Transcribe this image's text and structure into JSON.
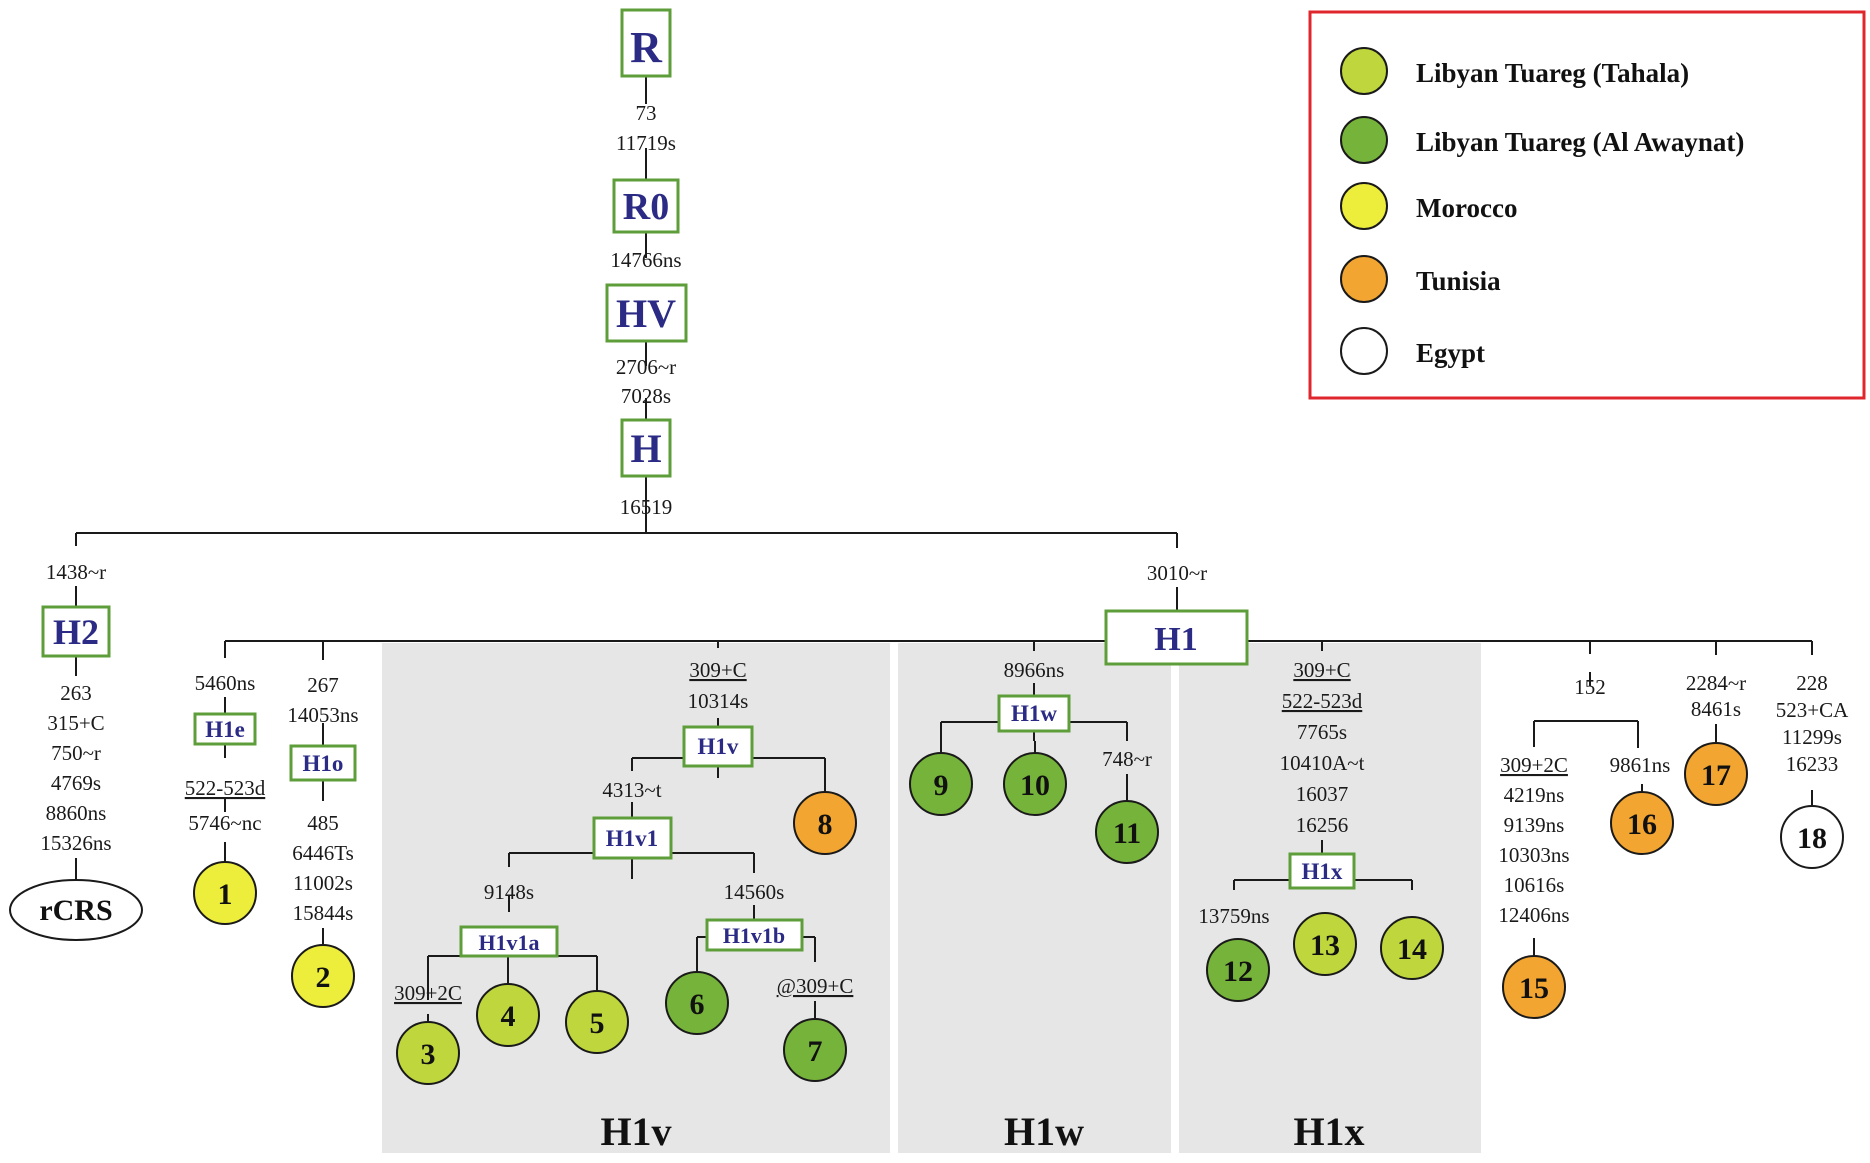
{
  "colors": {
    "tahala": "#bfd63c",
    "al_awaynat": "#76b33a",
    "morocco": "#eded3c",
    "tunisia": "#f3a531",
    "egypt": "#ffffff",
    "box_border": "#5e9e3a",
    "box_text": "#2b2b86",
    "legend_border": "#e0262d",
    "panel": "#e6e6e6"
  },
  "legend": [
    {
      "label": "Libyan Tuareg (Tahala)",
      "color": "#bfd63c"
    },
    {
      "label": "Libyan Tuareg (Al Awaynat)",
      "color": "#76b33a"
    },
    {
      "label": "Morocco",
      "color": "#eded3c"
    },
    {
      "label": "Tunisia",
      "color": "#f3a531"
    },
    {
      "label": "Egypt",
      "color": "#ffffff"
    }
  ],
  "panels": [
    "H1v",
    "H1w",
    "H1x"
  ],
  "haplogroups": [
    "R",
    "R0",
    "HV",
    "H",
    "H2",
    "H1",
    "H1e",
    "H1o",
    "H1v",
    "H1v1",
    "H1v1a",
    "H1v1b",
    "H1w",
    "H1x"
  ],
  "reference_label": "rCRS",
  "mutations": {
    "R_R0": [
      "73",
      "11719s"
    ],
    "R0_HV": [
      "14766ns"
    ],
    "HV_H": [
      "2706~r",
      "7028s"
    ],
    "H_below": [
      "16519"
    ],
    "H2_above": [
      "1438~r"
    ],
    "H2_below": [
      "263",
      "315+C",
      "750~r",
      "4769s",
      "8860ns",
      "15326ns"
    ],
    "H1_above": [
      "3010~r"
    ],
    "H1e_above": [
      "5460ns"
    ],
    "H1e_below_u": [
      "522-523d"
    ],
    "H1e_below": [
      "5746~nc"
    ],
    "H1o_above": [
      "267",
      "14053ns"
    ],
    "H1o_below": [
      "485",
      "6446Ts",
      "11002s",
      "15844s"
    ],
    "H1v_above_u": [
      "309+C"
    ],
    "H1v_above": [
      "10314s"
    ],
    "H1v1_above": [
      "4313~t"
    ],
    "H1v1a_above": [
      "9148s"
    ],
    "H1v1b_above": [
      "14560s"
    ],
    "n3_u": [
      "309+2C"
    ],
    "n7_u": [
      "@309+C"
    ],
    "H1w_above": [
      "8966ns"
    ],
    "n11": [
      "748~r"
    ],
    "H1x_above_u": [
      "309+C",
      "522-523d"
    ],
    "H1x_above": [
      "7765s",
      "10410A~t",
      "16037",
      "16256"
    ],
    "n12": [
      "13759ns"
    ],
    "br152": [
      "152"
    ],
    "n15_u": [
      "309+2C"
    ],
    "n15": [
      "4219ns",
      "9139ns",
      "10303ns",
      "10616s",
      "12406ns"
    ],
    "n16": [
      "9861ns"
    ],
    "n17": [
      "2284~r",
      "8461s"
    ],
    "n18": [
      "228",
      "523+CA",
      "11299s",
      "16233"
    ]
  },
  "samples": [
    "1",
    "2",
    "3",
    "4",
    "5",
    "6",
    "7",
    "8",
    "9",
    "10",
    "11",
    "12",
    "13",
    "14",
    "15",
    "16",
    "17",
    "18"
  ]
}
